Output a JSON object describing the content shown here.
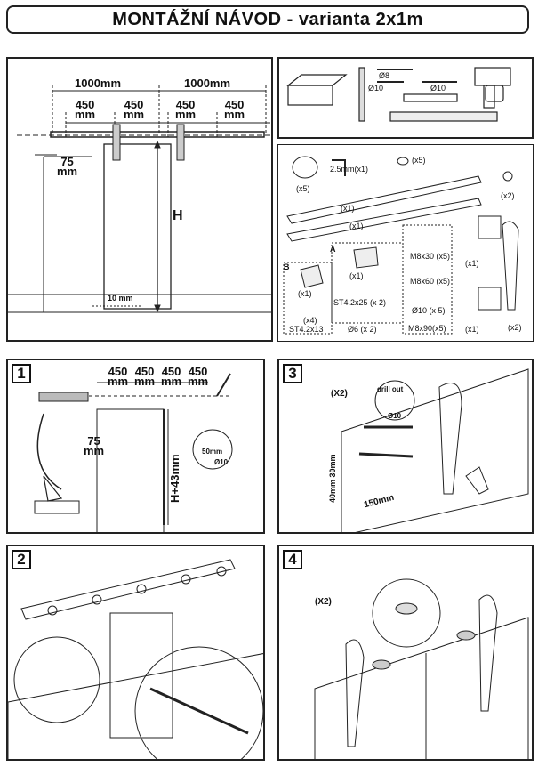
{
  "title": "MONTÁŽNÍ NÁVOD - varianta 2x1m",
  "overview": {
    "span_a": "1000mm",
    "span_b": "1000mm",
    "seg1": "450\nmm",
    "seg2": "450\nmm",
    "seg3": "450\nmm",
    "seg4": "450\nmm",
    "offset": "75\nmm",
    "height": "H",
    "gap": "10 mm"
  },
  "tools": {
    "drill8": "Ø8",
    "drill10a": "Ø10",
    "drill10b": "Ø10"
  },
  "parts": {
    "allen": "2.5mm(x1)",
    "washer_count": "(x5)",
    "stopper_count": "(x5)",
    "cap_count": "(x2)",
    "rail1_count": "(x1)",
    "rail2_count": "(x1)",
    "groupA": "A",
    "groupB": "B",
    "a_item_count": "(x1)",
    "b_item_count": "(x1)",
    "b_screw_count": "(x4)",
    "b_screw_name": "ST4.2x13",
    "st42x25": "ST4.2x25 (x 2)",
    "dowel6": "Ø6 (x 2)",
    "m8x30": "M8x30 (x5)",
    "m8x60": "M8x60 (x5)",
    "washer10": "Ø10 (x 5)",
    "m8x90": "M8x90(x5)",
    "bracket1_count": "(x1)",
    "bracket2_count": "(x1)",
    "hanger_count": "(x2)"
  },
  "step1": {
    "number": "1",
    "seg1": "450\nmm",
    "seg2": "450\nmm",
    "seg3": "450\nmm",
    "seg4": "450\nmm",
    "offset": "75\nmm",
    "height": "H+43mm",
    "drill_depth": "50mm",
    "drill_dia": "Ø10"
  },
  "step2": {
    "number": "2"
  },
  "step3": {
    "number": "3",
    "multiplier": "(X2)",
    "drill_out": "drill out",
    "drill_dia": "Ø10",
    "dim_v": "40mm 30mm",
    "dim_h": "150mm"
  },
  "step4": {
    "number": "4",
    "multiplier": "(X2)"
  }
}
